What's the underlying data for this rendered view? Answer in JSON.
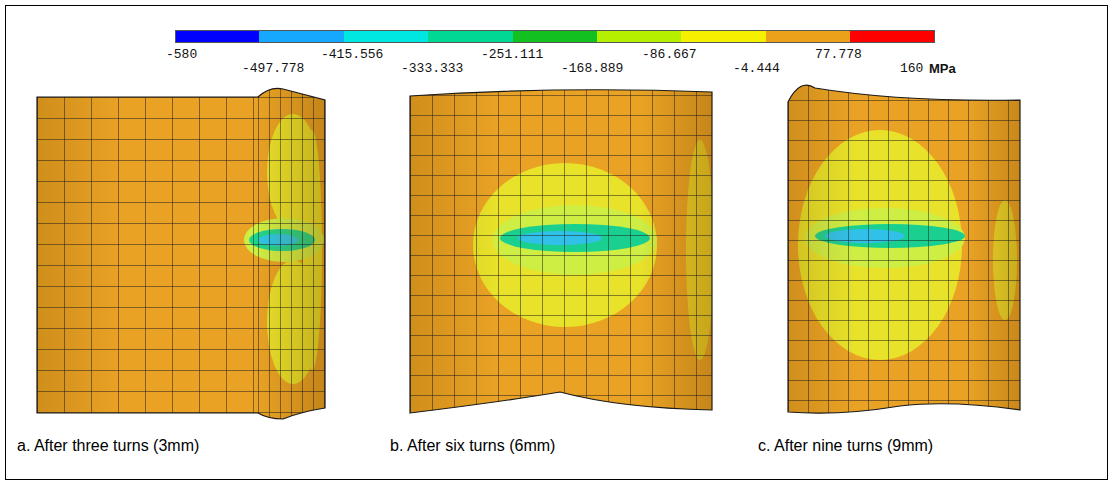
{
  "diagram": {
    "labels": [
      "-580",
      "-497.778",
      "-415.556",
      "-333.333",
      "-251.111",
      "-168.889",
      "-86.667",
      "-4.444",
      "77.778",
      "160",
      "MPa",
      "a. After three turns (3mm)",
      "b. After six turns (6mm)",
      "c. After nine turns (9mm)"
    ]
  }
}
